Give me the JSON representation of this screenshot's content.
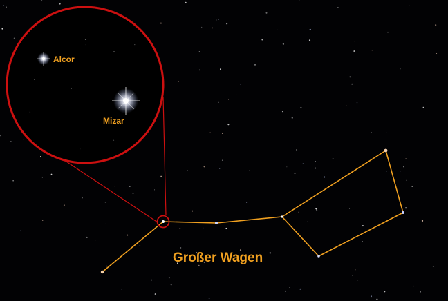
{
  "labels": {
    "constellation": "Großer Wagen",
    "alcor": "Alcor",
    "mizar": "Mizar"
  },
  "colors": {
    "background": "#020204",
    "asterism_line": "#f0a020",
    "label": "#f0a020",
    "zoom_circle": "#cc1010",
    "star": "#ffffff"
  }
}
